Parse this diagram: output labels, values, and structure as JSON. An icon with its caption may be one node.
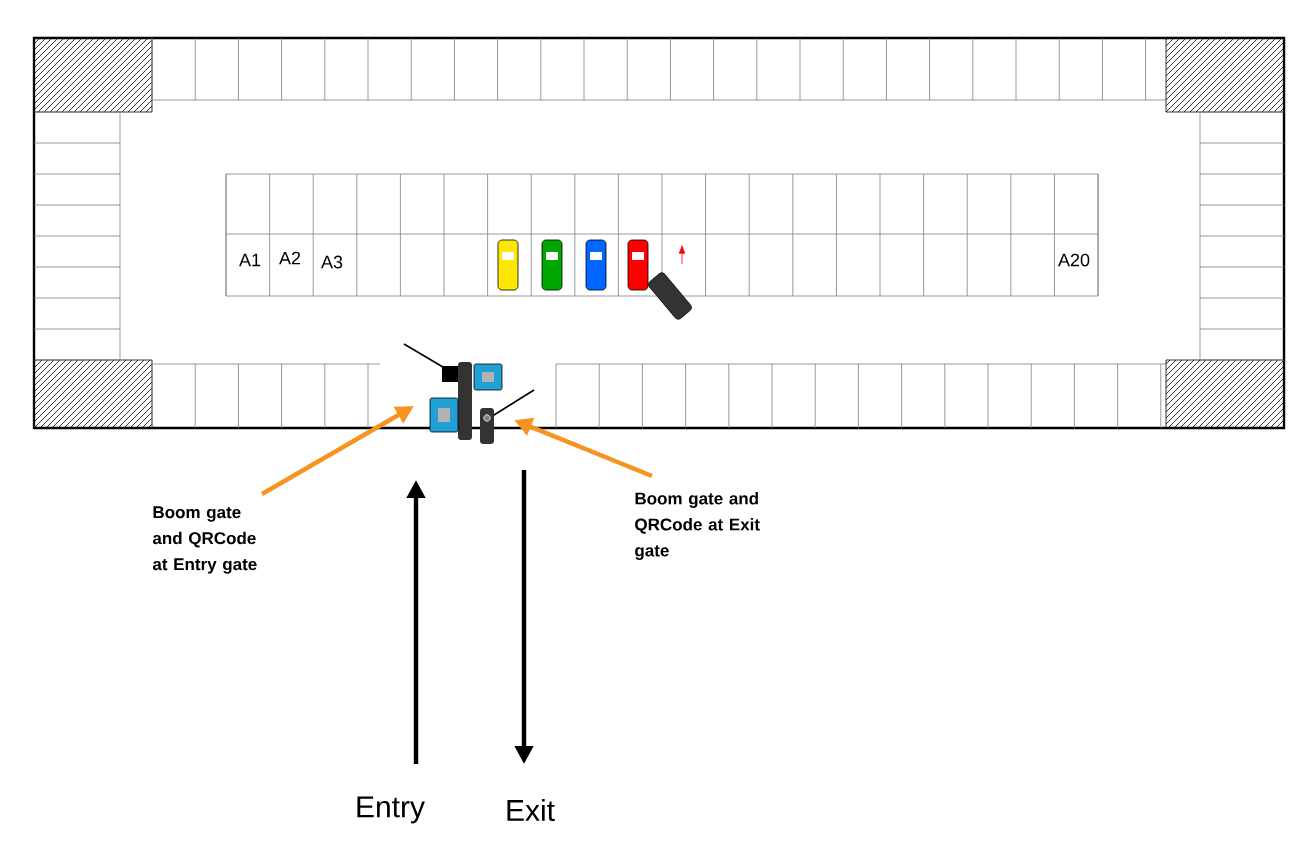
{
  "diagram": {
    "nodes": [
      {
        "text": [
          "Boom gate and QRCode at Entry gate"
        ]
      },
      {
        "text": [
          "Boom gate and QRCode at Exit gate"
        ]
      },
      {
        "text": [],
        "shape": "picture"
      },
      {
        "text": [],
        "shape": "picture"
      },
      {
        "text": [
          "Entry"
        ]
      },
      {
        "text": [
          "Exit"
        ]
      }
    ],
    "edges": [
      {
        "from": 0,
        "to": 2,
        "arrow": "to",
        "color": "#f7931e"
      },
      {
        "from": 1,
        "to": 3,
        "arrow": "to",
        "color": "#f7931e"
      },
      {
        "from": 4,
        "to": null,
        "arrow": "to",
        "color": "#000000"
      },
      {
        "from": null,
        "to": 5,
        "arrow": "to",
        "color": "#000000"
      }
    ],
    "labels": [
      "A1",
      "A2",
      "A3",
      "A20"
    ]
  }
}
